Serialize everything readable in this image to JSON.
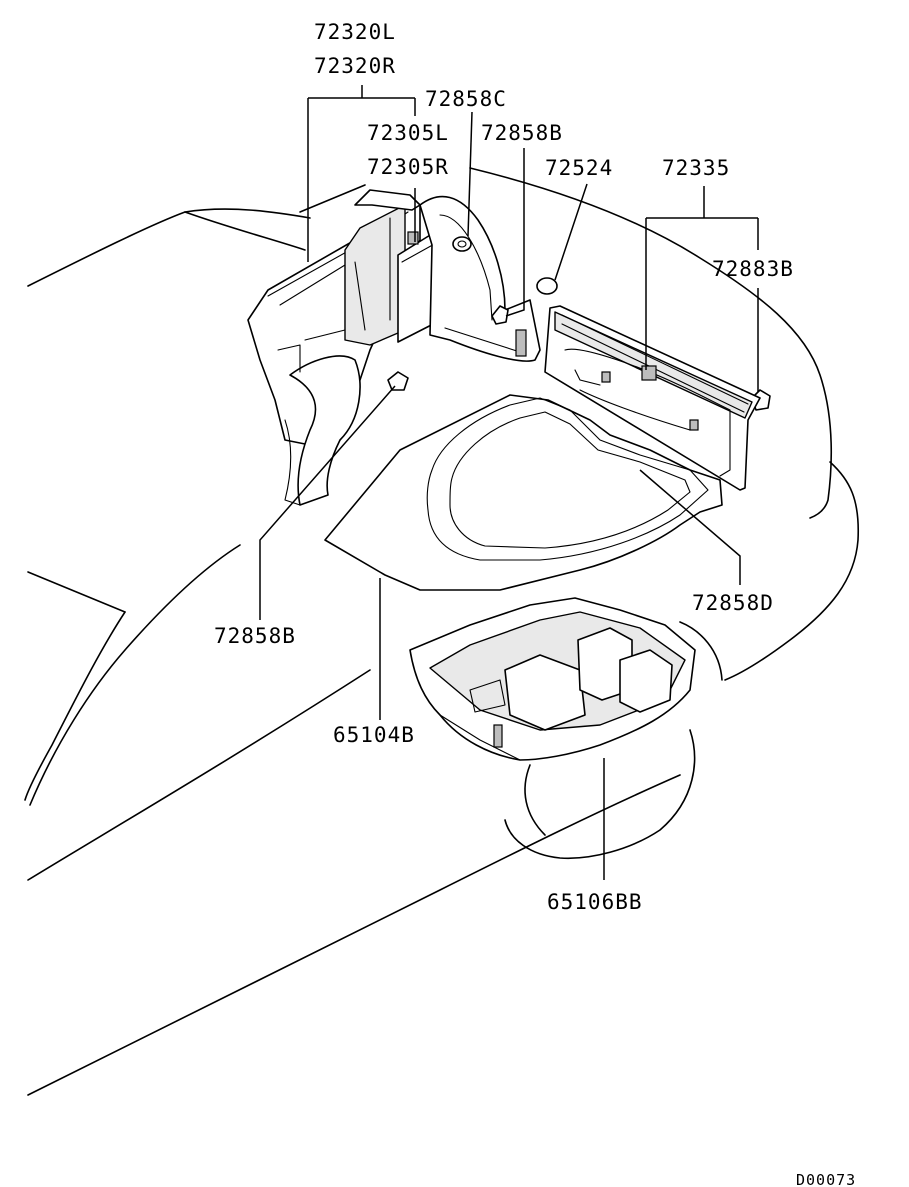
{
  "diagram": {
    "labels": {
      "p72320L": "72320L",
      "p72320R": "72320R",
      "p72858C": "72858C",
      "p72305L": "72305L",
      "p72858B_top": "72858B",
      "p72305R": "72305R",
      "p72524": "72524",
      "p72335": "72335",
      "p72883B": "72883B",
      "p72858D": "72858D",
      "p72858B_left": "72858B",
      "p65104B": "65104B",
      "p65106BB": "65106BB"
    },
    "drawing_code": "D00073"
  }
}
